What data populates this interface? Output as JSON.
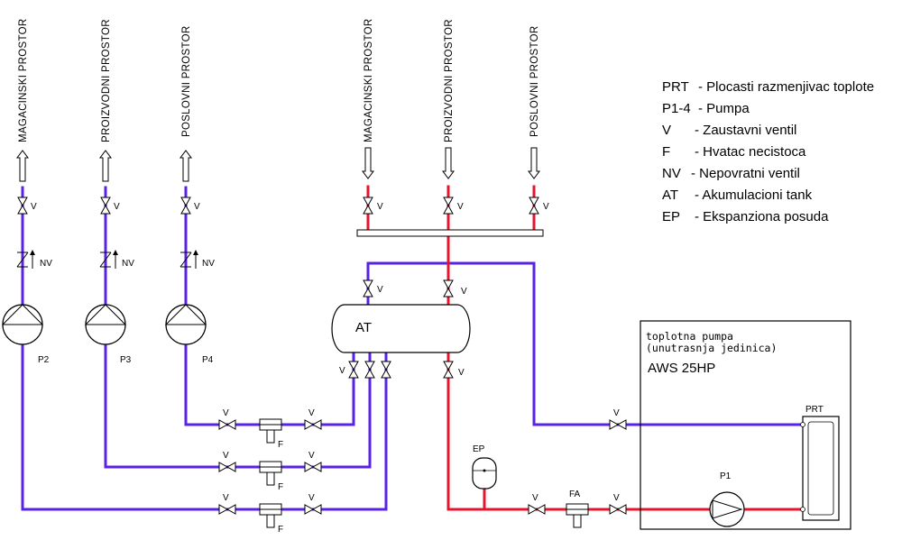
{
  "rooms": [
    {
      "id": "out1",
      "label": "MAGACINSKI  PROSTOR"
    },
    {
      "id": "out2",
      "label": "PROIZVODNI  PROSTOR"
    },
    {
      "id": "out3",
      "label": "POSLOVNI  PROSTOR"
    },
    {
      "id": "in1",
      "label": "MAGACINSKI  PROSTOR"
    },
    {
      "id": "in2",
      "label": "PROIZVODNI  PROSTOR"
    },
    {
      "id": "in3",
      "label": "POSLOVNI  PROSTOR"
    }
  ],
  "labels": {
    "v": "V",
    "nv": "NV",
    "f": "F",
    "fa": "FA",
    "ep": "EP",
    "at": "AT",
    "prt": "PRT",
    "p1": "P1",
    "p2": "P2",
    "p3": "P3",
    "p4": "P4"
  },
  "heat_pump": {
    "line1": "toplotna  pumpa",
    "line2": "(unutrasnja  jedinica)",
    "model": "AWS 25HP"
  },
  "legend": [
    {
      "abbr": "PRT",
      "desc": "- Plocasti razmenjivac toplote"
    },
    {
      "abbr": "P1-4",
      "desc": "- Pumpa"
    },
    {
      "abbr": "V",
      "desc": "- Zaustavni ventil"
    },
    {
      "abbr": "F",
      "desc": "- Hvatac necistoca"
    },
    {
      "abbr": "NV",
      "desc": "- Nepovratni ventil"
    },
    {
      "abbr": "AT",
      "desc": "- Akumulacioni tank"
    },
    {
      "abbr": "EP",
      "desc": "- Ekspanziona posuda"
    }
  ],
  "colors": {
    "supply": "#e8142d",
    "return": "#5a22e6",
    "line": "#000000"
  }
}
